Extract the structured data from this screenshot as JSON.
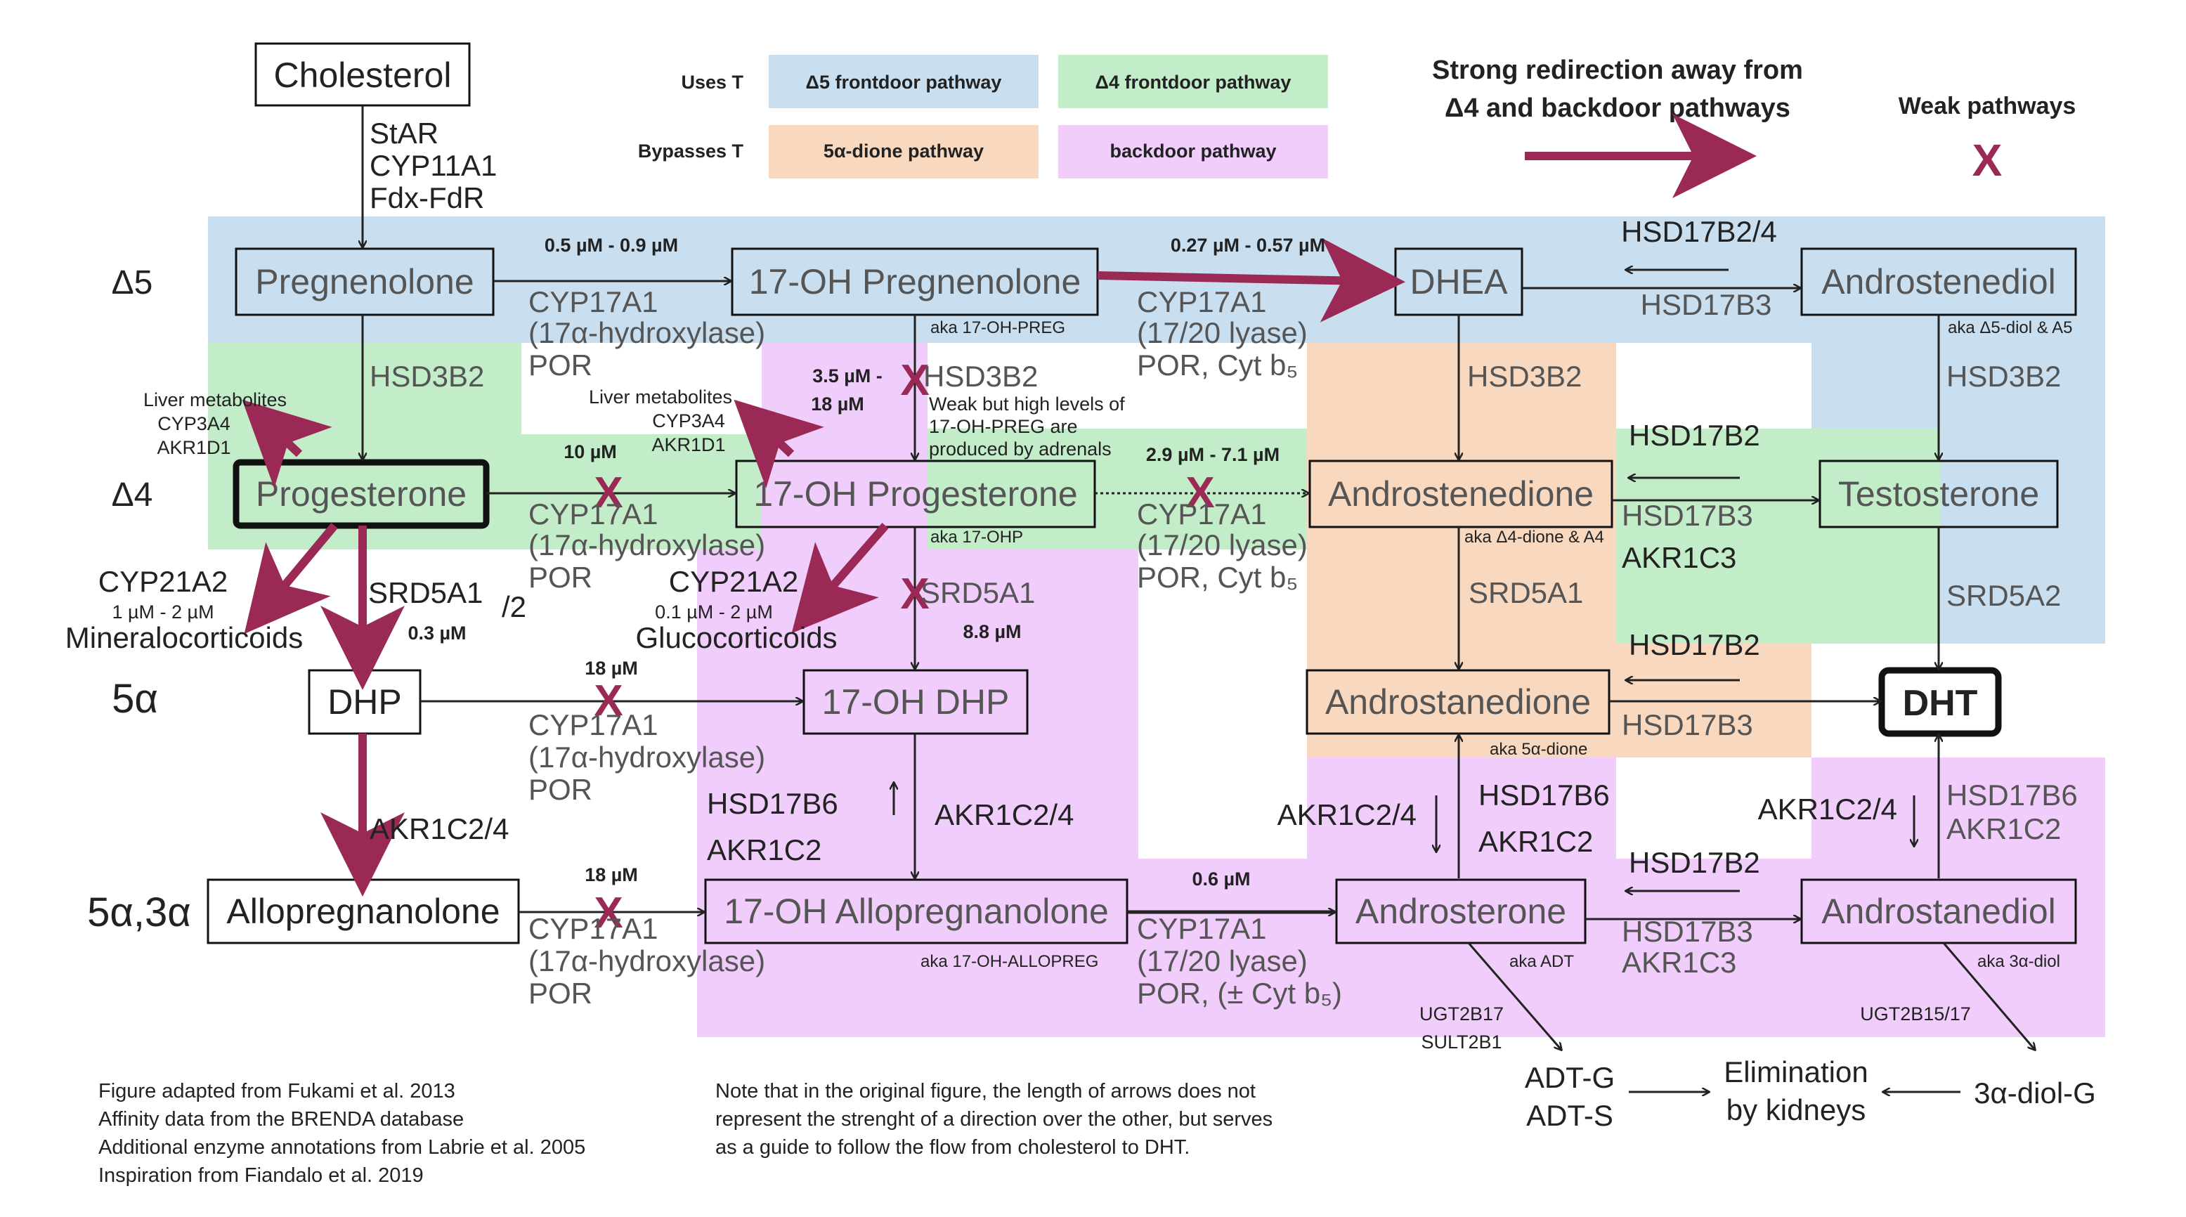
{
  "legend": {
    "uses_t": "Uses T",
    "bypasses_t": "Bypasses T",
    "d5_frontdoor": "Δ5 frontdoor pathway",
    "d4_frontdoor": "Δ4 frontdoor pathway",
    "dione_pathway": "5α-dione pathway",
    "backdoor_pathway": "backdoor pathway",
    "strong_redirection_line1": "Strong redirection away from",
    "strong_redirection_line2": "Δ4 and backdoor pathways",
    "weak_pathways": "Weak pathways",
    "weak_mark": "X"
  },
  "colors": {
    "d5": "#c9dff0",
    "d4": "#c3ecc9",
    "dione": "#f8d9c0",
    "backdoor": "#f0cdfb",
    "strong_arrow": "#9a2a55"
  },
  "row_labels": {
    "d5": "Δ5",
    "d4": "Δ4",
    "five_alpha": "5α",
    "five_three_alpha": "5α,3α"
  },
  "nodes": {
    "cholesterol": "Cholesterol",
    "pregnenolone": "Pregnenolone",
    "oh_pregnenolone": "17-OH Pregnenolone",
    "dhea": "DHEA",
    "androstenediol": "Androstenediol",
    "progesterone": "Progesterone",
    "oh_progesterone": "17-OH Progesterone",
    "androstenedione": "Androstenedione",
    "testosterone": "Testosterone",
    "dhp": "DHP",
    "oh_dhp": "17-OH DHP",
    "androstanedione": "Androstanedione",
    "dht": "DHT",
    "allopregnanolone": "Allopregnanolone",
    "oh_allopregnanolone": "17-OH Allopregnanolone",
    "androsterone": "Androsterone",
    "androstanediol": "Androstanediol",
    "adt_g": "ADT-G",
    "adt_s": "ADT-S",
    "elimination_1": "Elimination",
    "elimination_2": "by kidneys",
    "diol_g": "3α-diol-G"
  },
  "aka": {
    "oh_preg": "aka 17-OH-PREG",
    "a5_diol": "aka Δ5-diol & A5",
    "ohp": "aka 17-OHP",
    "a4": "aka Δ4-dione & A4",
    "dione": "aka 5α-dione",
    "oh_allopreg": "aka 17-OH-ALLOPREG",
    "adt": "aka ADT",
    "diol": "aka 3α-diol"
  },
  "enzymes": {
    "star": "StAR",
    "cyp11a1": "CYP11A1",
    "fdx": "Fdx-FdR",
    "cyp17a1": "CYP17A1",
    "hydroxylase": "(17α-hydroxylase)",
    "lyase": "(17/20 lyase)",
    "por": "POR",
    "por_cyt": "POR, Cyt b₅",
    "por_cyt_pm": "POR, (± Cyt b₅)",
    "hsd3b2": "HSD3B2",
    "hsd17b2_4": "HSD17B2/4",
    "hsd17b3": "HSD17B3",
    "hsd17b2": "HSD17B2",
    "akr1c3": "AKR1C3",
    "srd5a1_2_main": "SRD5A1",
    "srd5a1_2_sub": "/2",
    "srd5a1": "SRD5A1",
    "srd5a2": "SRD5A2",
    "akr1c2_4": "AKR1C2/4",
    "hsd17b6": "HSD17B6",
    "akr1c2": "AKR1C2",
    "cyp21a2": "CYP21A2",
    "mineralocorticoids": "Mineralocorticoids",
    "glucocorticoids": "Glucocorticoids",
    "liver_metabolites": "Liver metabolites",
    "cyp3a4": "CYP3A4",
    "akr1d1": "AKR1D1",
    "ugt2b17": "UGT2B17",
    "sult2b1": "SULT2B1",
    "ugt2b15": "UGT2B15/17",
    "weak_note_1": "Weak but high levels of",
    "weak_note_2": "17-OH-PREG are",
    "weak_note_3": "produced by adrenals"
  },
  "affinities": {
    "preg_to_ohpreg": "0.5 µM - 0.9 µM",
    "ohpreg_to_dhea": "0.27 µM - 0.57 µM",
    "ohpreg_to_ohp_1": "3.5 µM -",
    "ohpreg_to_ohp_2": "18 µM",
    "prog_to_ohp": "10 µM",
    "ohp_to_a4": "2.9 µM - 7.1 µM",
    "mineral": "1 µM - 2 µM",
    "prog_to_dhp": "0.3 µM",
    "gluco": "0.1 µM - 2 µM",
    "ohp_to_ohdhp": "8.8 µM",
    "dhp_to_ohdhp": "18 µM",
    "allo_to_ohallo": "18 µM",
    "ohallo_to_adt": "0.6 µM"
  },
  "footer": {
    "line1": "Figure adapted from Fukami et al. 2013",
    "line2": "Affinity data from the BRENDA database",
    "line3": "Additional enzyme annotations from Labrie et al. 2005",
    "line4": "Inspiration from Fiandalo et al. 2019",
    "note1": "Note that in the original figure, the length of arrows does not",
    "note2": "represent the strenght of a direction over the other, but serves",
    "note3": "as a guide to follow the flow from cholesterol to DHT."
  }
}
